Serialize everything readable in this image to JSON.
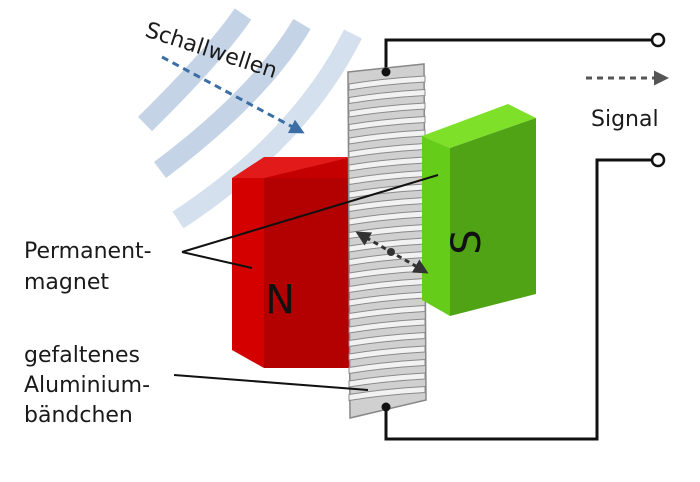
{
  "labels": {
    "sound_waves": "Schallwellen",
    "signal": "Signal",
    "magnet_line1": "Permanent-",
    "magnet_line2": "magnet",
    "ribbon_line1": "gefaltenes",
    "ribbon_line2": "Aluminium-",
    "ribbon_line3": "bändchen",
    "pole_north": "N",
    "pole_south": "S"
  },
  "colors": {
    "wave": "#c4d3e6",
    "sound_arrow": "#3a6ea5",
    "magnet_north": "#cc0000",
    "magnet_south": "#66cc22",
    "ribbon": "#d0d0d0",
    "wire": "#111111",
    "signal_arrow": "#555555"
  }
}
